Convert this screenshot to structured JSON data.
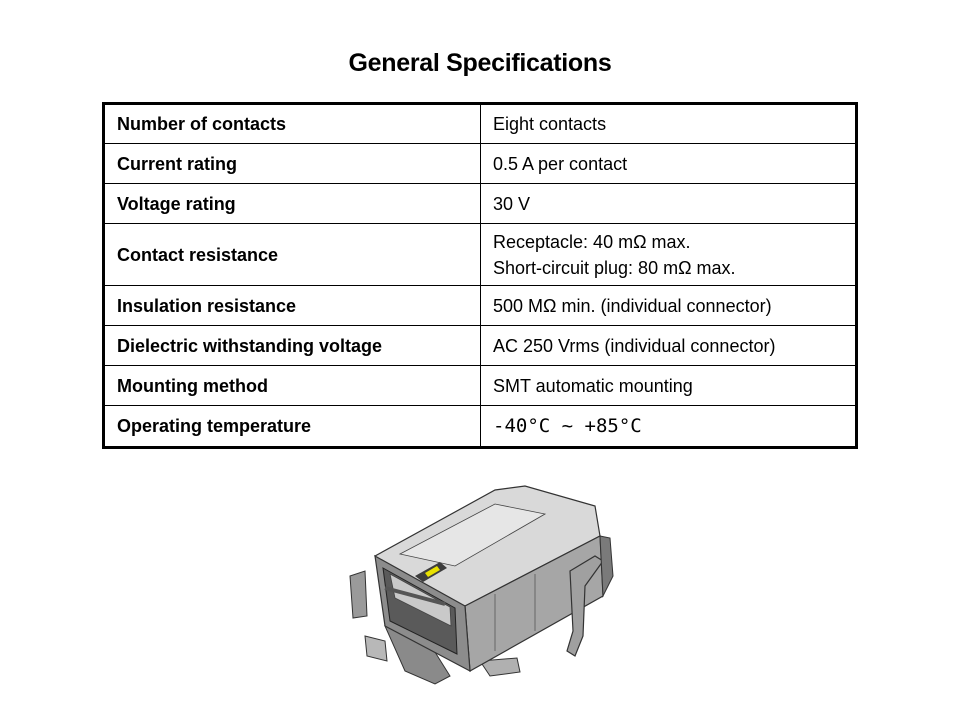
{
  "title": "General Specifications",
  "specs": [
    {
      "label": "Number of contacts",
      "value": "Eight contacts"
    },
    {
      "label": "Current rating",
      "value": "0.5 A per contact"
    },
    {
      "label": "Voltage rating",
      "value": "30 V"
    },
    {
      "label": "Contact resistance",
      "value_line1": "Receptacle: 40 mΩ max.",
      "value_line2": "Short-circuit plug: 80 mΩ max."
    },
    {
      "label": "Insulation resistance",
      "value": "500 MΩ min. (individual connector)"
    },
    {
      "label": "Dielectric withstanding voltage",
      "value": "AC 250 Vrms (individual connector)"
    },
    {
      "label": "Mounting method",
      "value": "SMT automatic mounting"
    },
    {
      "label": "Operating temperature",
      "value": "-40°C ~ +85°C"
    }
  ],
  "colors": {
    "border": "#000000",
    "metal_light": "#d9d9d9",
    "metal_mid": "#a6a6a6",
    "metal_dark": "#5a5a5a",
    "contact_yellow": "#e8e000"
  }
}
